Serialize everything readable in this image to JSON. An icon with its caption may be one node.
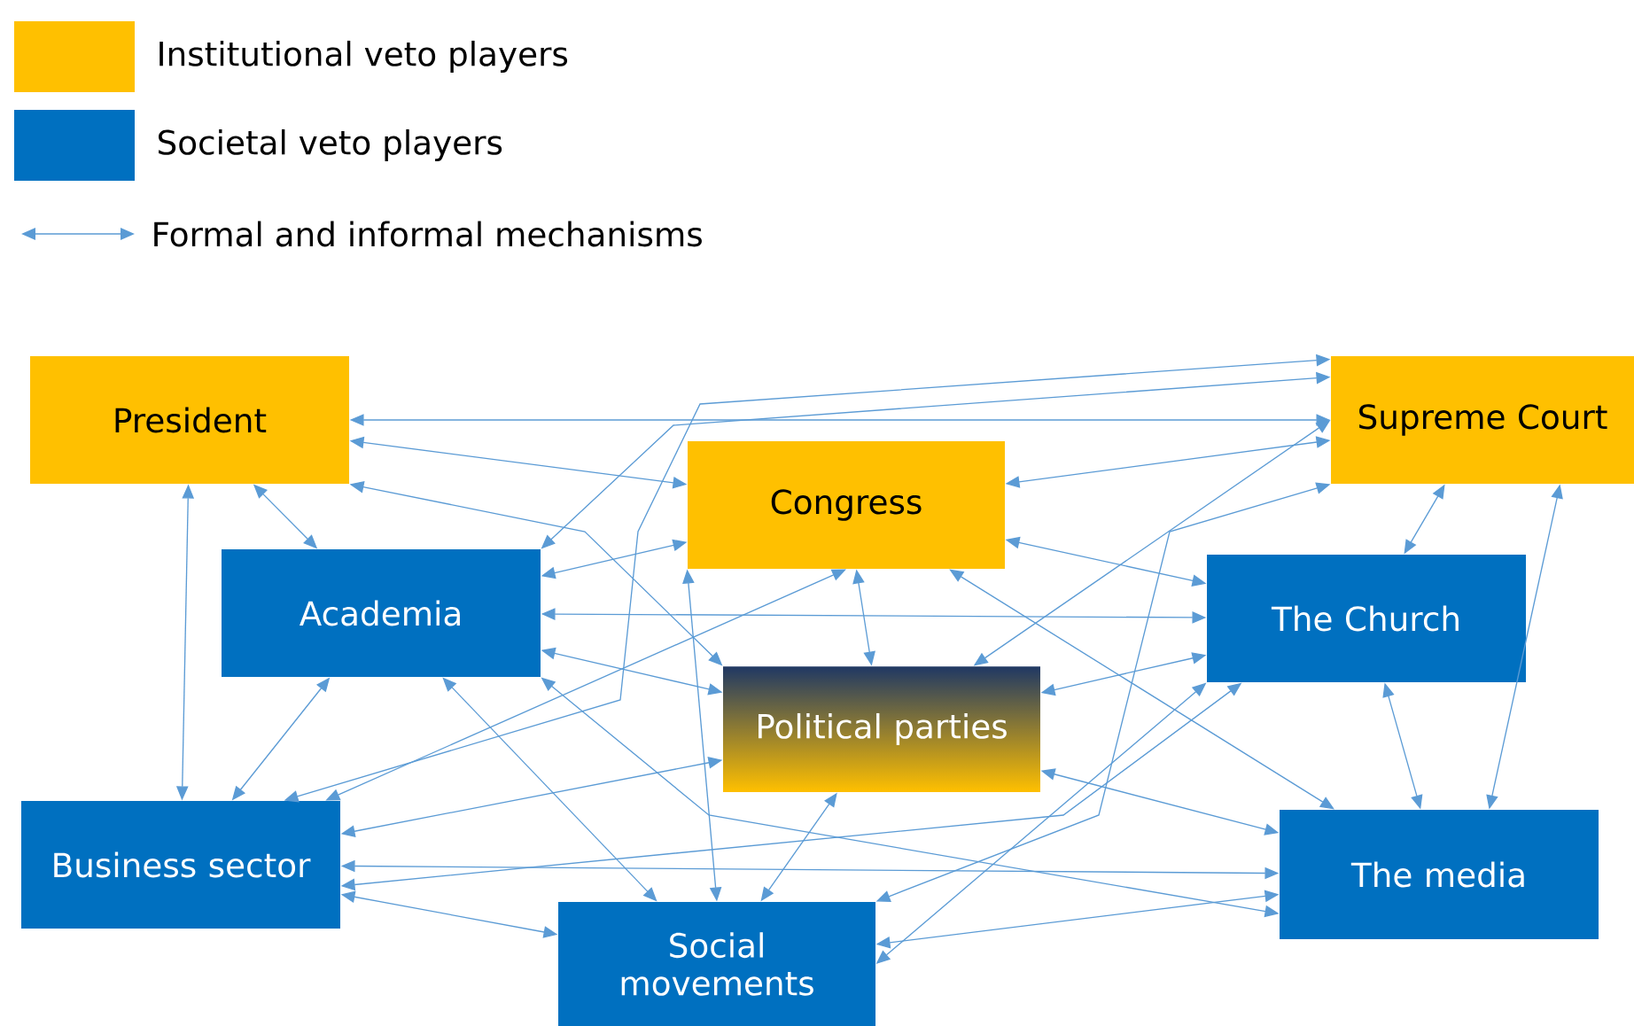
{
  "diagram": {
    "nodes": [
      {
        "text": [
          "President"
        ]
      },
      {
        "text": [
          "Supreme Court"
        ]
      },
      {
        "text": [
          "Congress"
        ]
      },
      {
        "text": [
          "Academia"
        ]
      },
      {
        "text": [
          "The Church"
        ]
      },
      {
        "text": [
          "Political parties"
        ]
      },
      {
        "text": [
          "Business sector"
        ]
      },
      {
        "text": [
          "The media"
        ]
      },
      {
        "text": [
          "Social movements"
        ]
      }
    ],
    "edges": [
      {
        "from": 0,
        "to": 1,
        "arrow": "both"
      },
      {
        "from": 0,
        "to": 2,
        "arrow": "both"
      },
      {
        "from": 0,
        "to": 3,
        "arrow": "both"
      },
      {
        "from": 0,
        "to": 5,
        "arrow": "both"
      },
      {
        "from": 0,
        "to": 6,
        "arrow": "both"
      },
      {
        "from": 1,
        "to": 2,
        "arrow": "both"
      },
      {
        "from": 1,
        "to": 3,
        "arrow": "both"
      },
      {
        "from": 1,
        "to": 4,
        "arrow": "both"
      },
      {
        "from": 1,
        "to": 5,
        "arrow": "both"
      },
      {
        "from": 1,
        "to": 6,
        "arrow": "both"
      },
      {
        "from": 1,
        "to": 7,
        "arrow": "both"
      },
      {
        "from": 1,
        "to": 8,
        "arrow": "both"
      },
      {
        "from": 2,
        "to": 3,
        "arrow": "both"
      },
      {
        "from": 2,
        "to": 4,
        "arrow": "both"
      },
      {
        "from": 2,
        "to": 5,
        "arrow": "both"
      },
      {
        "from": 2,
        "to": 6,
        "arrow": "both"
      },
      {
        "from": 2,
        "to": 7,
        "arrow": "both"
      },
      {
        "from": 2,
        "to": 8,
        "arrow": "both"
      },
      {
        "from": 3,
        "to": 4,
        "arrow": "both"
      },
      {
        "from": 3,
        "to": 5,
        "arrow": "both"
      },
      {
        "from": 3,
        "to": 6,
        "arrow": "both"
      },
      {
        "from": 3,
        "to": 7,
        "arrow": "both"
      },
      {
        "from": 3,
        "to": 8,
        "arrow": "both"
      },
      {
        "from": 4,
        "to": 5,
        "arrow": "both"
      },
      {
        "from": 4,
        "to": 6,
        "arrow": "both"
      },
      {
        "from": 4,
        "to": 7,
        "arrow": "both"
      },
      {
        "from": 4,
        "to": 8,
        "arrow": "both"
      },
      {
        "from": 5,
        "to": 6,
        "arrow": "both"
      },
      {
        "from": 5,
        "to": 7,
        "arrow": "both"
      },
      {
        "from": 5,
        "to": 8,
        "arrow": "both"
      },
      {
        "from": 6,
        "to": 7,
        "arrow": "both"
      },
      {
        "from": 6,
        "to": 8,
        "arrow": "both"
      },
      {
        "from": 7,
        "to": 8,
        "arrow": "both"
      }
    ],
    "legend": [
      {
        "text": "Institutional veto players",
        "color": "#ffc000"
      },
      {
        "text": "Societal veto players",
        "color": "#0070c0"
      },
      {
        "text": "Formal and informal mechanisms"
      }
    ]
  }
}
